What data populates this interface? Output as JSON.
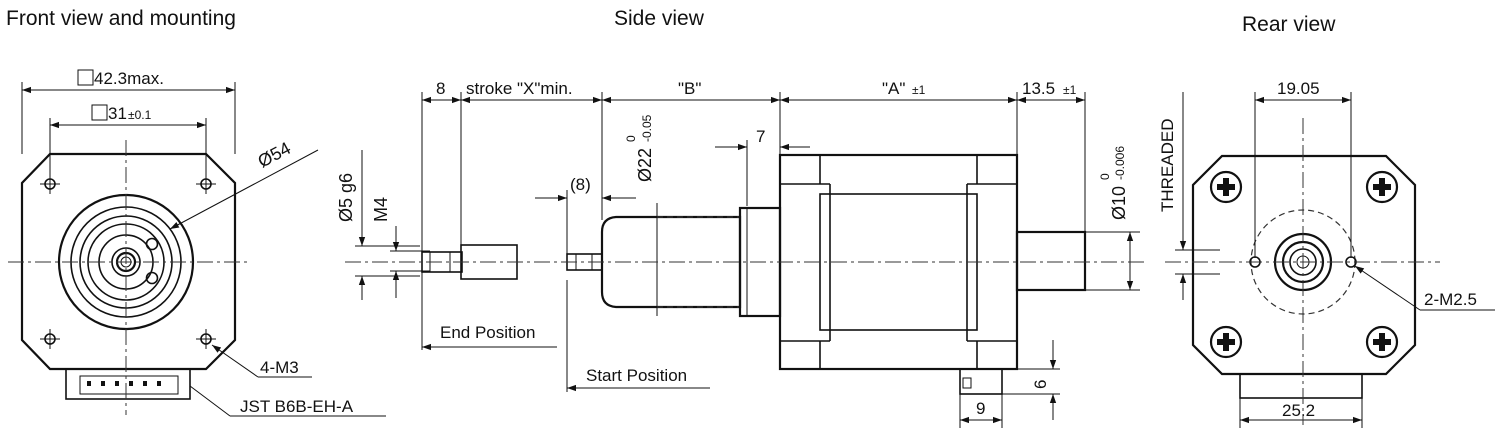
{
  "views": {
    "front": "Front view and mounting",
    "side": "Side view",
    "rear": "Rear view"
  },
  "front": {
    "dim_outer": "42.3max.",
    "dim_inner_base": "31",
    "dim_inner_tol": "±0.1",
    "diameter": "Ø54",
    "holes": "4-M3",
    "connector": "JST B6B-EH-A"
  },
  "side": {
    "dim_8": "8",
    "stroke": "stroke \"X\"min.",
    "dim_b": "\"B\"",
    "dim_a_base": "\"A\"",
    "dim_a_tol": "±1",
    "dim_135_base": "13.5",
    "dim_135_tol": "±1",
    "dim_7": "7",
    "dim_p8": "(8)",
    "d22_base": "Ø22",
    "d22_up": "0",
    "d22_low": "-0.05",
    "d5": "Ø5 g6",
    "m4": "M4",
    "d10_base": "Ø10",
    "d10_up": "0",
    "d10_low": "-0.006",
    "end_pos": "End Position",
    "start_pos": "Start Position",
    "dim_6": "6",
    "dim_9": "9"
  },
  "rear": {
    "threaded": "THREADED",
    "dim_1905": "19.05",
    "holes": "2-M2.5",
    "dim_252": "25.2"
  },
  "colors": {
    "line": "#111111",
    "background": "#ffffff"
  }
}
